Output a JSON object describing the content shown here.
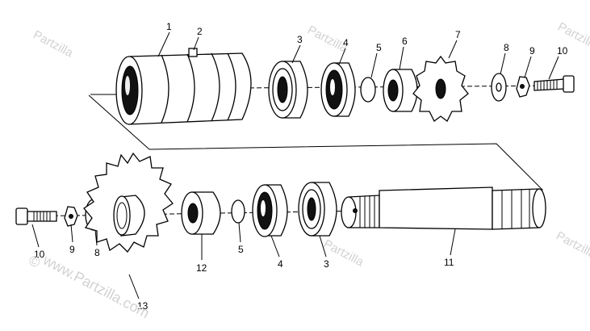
{
  "watermark": {
    "brand": "Partzilla",
    "domain": "www.Partzilla.com",
    "symbol": "©"
  },
  "callouts": {
    "upper": [
      "1",
      "2",
      "3",
      "4",
      "5",
      "6",
      "7",
      "8",
      "9",
      "10"
    ],
    "lower": [
      "10",
      "9",
      "8",
      "13",
      "12",
      "5",
      "4",
      "3",
      "11"
    ]
  },
  "colors": {
    "ink": "#000000",
    "watermark": "#d2d2d2",
    "background": "#ffffff"
  }
}
